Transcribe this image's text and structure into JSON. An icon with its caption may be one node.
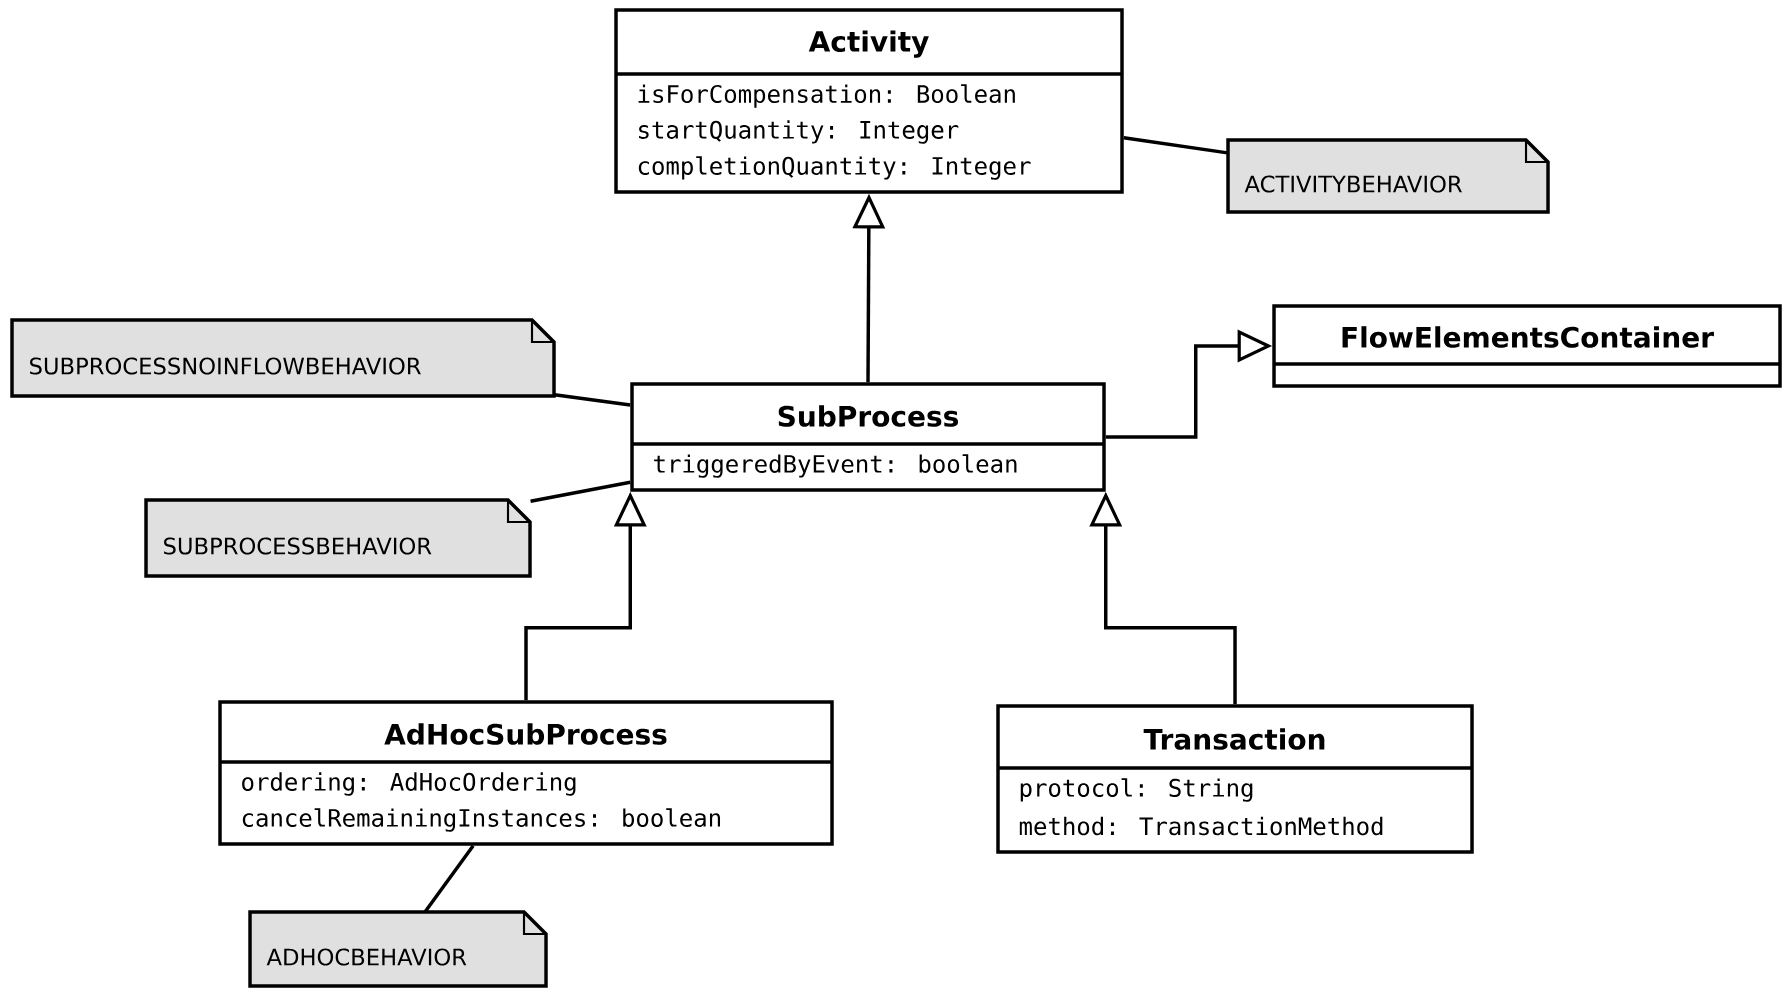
{
  "diagram": {
    "nodes": [
      {
        "text": [
          "Activity",
          "isForCompensation: Boolean",
          "startQuantity: Integer",
          "completionQuantity: Integer"
        ]
      },
      {
        "text": [
          "ACTIVITYBEHAVIOR"
        ]
      },
      {
        "text": [
          "SUBPROCESSNOINFLOWBEHAVIOR"
        ]
      },
      {
        "text": [
          "SubProcess",
          "triggeredByEvent: boolean"
        ]
      },
      {
        "text": [
          "FlowElementsContainer"
        ]
      },
      {
        "text": [
          "SUBPROCESSBEHAVIOR"
        ]
      },
      {
        "text": [
          "AdHocSubProcess",
          "ordering: AdHocOrdering",
          "cancelRemainingInstances: boolean"
        ]
      },
      {
        "text": [
          "Transaction",
          "protocol: String",
          "method: TransactionMethod"
        ]
      },
      {
        "text": [
          "ADHOCBEHAVIOR"
        ]
      }
    ],
    "edges": [
      {
        "from": 3,
        "to": 0,
        "arrow": "to"
      },
      {
        "from": 3,
        "to": 4,
        "arrow": "to"
      },
      {
        "from": 6,
        "to": 3,
        "arrow": "to"
      },
      {
        "from": 7,
        "to": 3,
        "arrow": "to"
      },
      {
        "from": 0,
        "to": 1,
        "arrow": "none"
      },
      {
        "from": 2,
        "to": 3,
        "arrow": "none"
      },
      {
        "from": 5,
        "to": 3,
        "arrow": "none"
      },
      {
        "from": 8,
        "to": 6,
        "arrow": "none"
      }
    ]
  }
}
